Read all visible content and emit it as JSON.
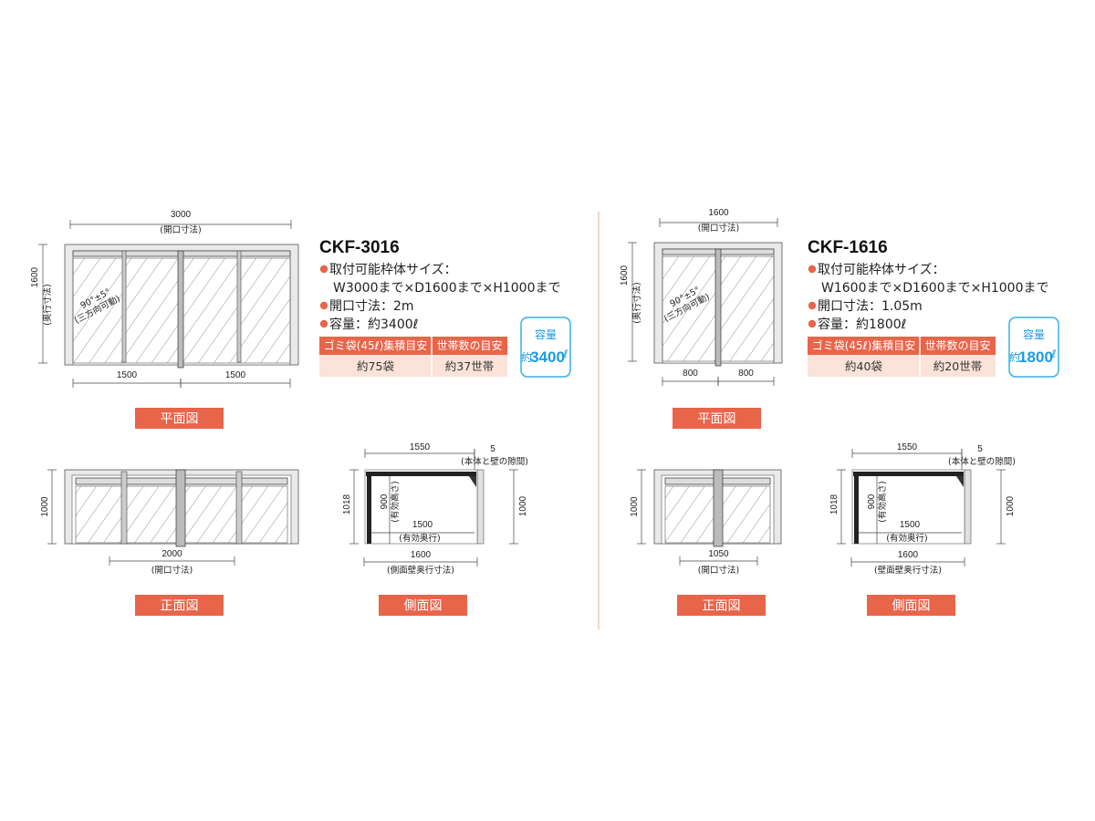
{
  "colors": {
    "accent": "#e8654a",
    "table_body": "#fbe3d9",
    "capacity": "#1a9be0",
    "divider": "#f2b8a8"
  },
  "panels": [
    {
      "model": "CKF-3016",
      "specs": [
        "取付可能枠体サイズ：",
        "W3000まで×D1600まで×H1000まで",
        "開口寸法：2m",
        "容量：約3400ℓ"
      ],
      "table": {
        "headers": [
          "ゴミ袋(45ℓ)集積目安",
          "世帯数の目安"
        ],
        "values": [
          "約75袋",
          "約37世帯"
        ]
      },
      "capacity": {
        "label": "容量",
        "prefix": "約",
        "value": "3400",
        "unit": "ℓ"
      },
      "plan": {
        "width": "3000",
        "width_note": "(開口寸法)",
        "depth": "1600",
        "depth_note": "(奥行寸法)",
        "halves": [
          "1500",
          "1500"
        ],
        "angle": "90°±5°",
        "angle_note": "(三方向可動)",
        "label": "平面図"
      },
      "front": {
        "height": "1000",
        "opening": "2000",
        "opening_note": "(開口寸法)",
        "label": "正面図"
      },
      "side": {
        "top": "1550",
        "gap": "5",
        "gap_note": "(本体と壁の隙間)",
        "total_h": "1018",
        "wall_h": "1000",
        "eff_h": "900",
        "eff_h_note": "(有効高さ)",
        "eff_d": "1500",
        "eff_d_note": "(有効奥行)",
        "depth": "1600",
        "depth_note": "(側面壁奥行寸法)",
        "label": "側面図"
      }
    },
    {
      "model": "CKF-1616",
      "specs": [
        "取付可能枠体サイズ：",
        "W1600まで×D1600まで×H1000まで",
        "開口寸法：1.05m",
        "容量：約1800ℓ"
      ],
      "table": {
        "headers": [
          "ゴミ袋(45ℓ)集積目安",
          "世帯数の目安"
        ],
        "values": [
          "約40袋",
          "約20世帯"
        ]
      },
      "capacity": {
        "label": "容量",
        "prefix": "約",
        "value": "1800",
        "unit": "ℓ"
      },
      "plan": {
        "width": "1600",
        "width_note": "(開口寸法)",
        "depth": "1600",
        "depth_note": "(奥行寸法)",
        "halves": [
          "800",
          "800"
        ],
        "angle": "90°±5°",
        "angle_note": "(三方向可動)",
        "label": "平面図"
      },
      "front": {
        "height": "1000",
        "opening": "1050",
        "opening_note": "(開口寸法)",
        "label": "正面図"
      },
      "side": {
        "top": "1550",
        "gap": "5",
        "gap_note": "(本体と壁の隙間)",
        "total_h": "1018",
        "wall_h": "1000",
        "eff_h": "900",
        "eff_h_note": "(有効高さ)",
        "eff_d": "1500",
        "eff_d_note": "(有効奥行)",
        "depth": "1600",
        "depth_note": "(壁面壁奥行寸法)",
        "label": "側面図"
      }
    }
  ]
}
